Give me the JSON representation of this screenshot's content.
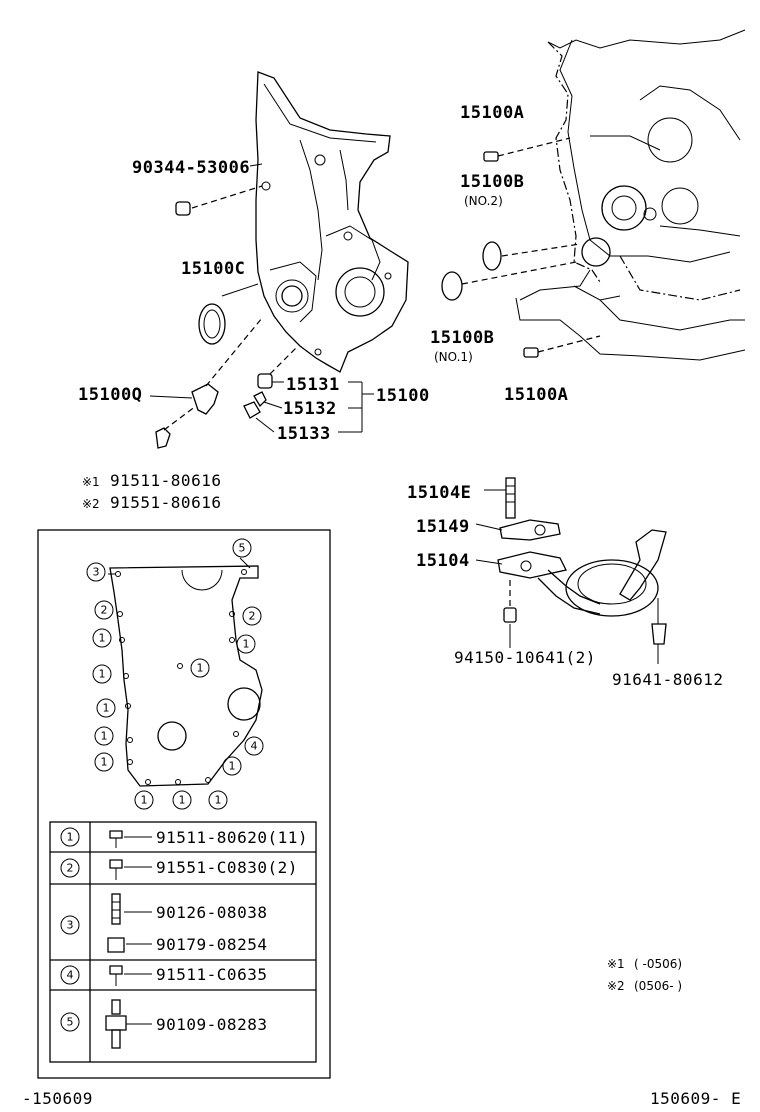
{
  "parts": {
    "p90344": "90344-53006",
    "p15100C": "15100C",
    "p15100Q": "15100Q",
    "p15131": "15131",
    "p15132": "15132",
    "p15133": "15133",
    "p15100": "15100",
    "p15100A_top": "15100A",
    "p15100B_top": "15100B",
    "no2": "(NO.2)",
    "p15100B_bot": "15100B",
    "no1": "(NO.1)",
    "p15100A_bot": "15100A",
    "p15104E": "15104E",
    "p15149": "15149",
    "p15104": "15104",
    "p94150": "94150-10641(2)",
    "p91641": "91641-80612"
  },
  "variants": [
    {
      "mark": "※1",
      "part": "91511-80616"
    },
    {
      "mark": "※2",
      "part": "91551-80616"
    }
  ],
  "gasket_callouts": [
    "1",
    "2",
    "3",
    "4",
    "5"
  ],
  "legend_rows": [
    {
      "no": "1",
      "parts": [
        "91511-80620(11)"
      ]
    },
    {
      "no": "2",
      "parts": [
        "91551-C0830(2)"
      ]
    },
    {
      "no": "3",
      "parts": [
        "90126-08038",
        "90179-08254"
      ]
    },
    {
      "no": "4",
      "parts": [
        "91511-C0635"
      ]
    },
    {
      "no": "5",
      "parts": [
        "90109-08283"
      ]
    }
  ],
  "footnotes": [
    {
      "mark": "※1",
      "text": "(      -0506)"
    },
    {
      "mark": "※2",
      "text": "(0506-      )"
    }
  ],
  "footer": {
    "left": "-150609",
    "right": "150609- E"
  }
}
